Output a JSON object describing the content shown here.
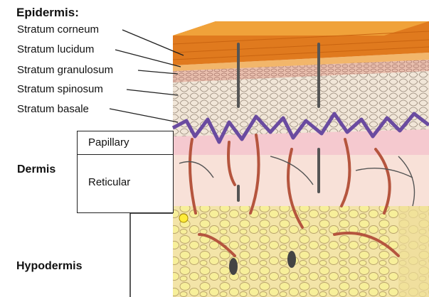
{
  "epidermis": {
    "heading": "Epidermis:",
    "layers": [
      {
        "label": "Stratum corneum"
      },
      {
        "label": "Stratum lucidum"
      },
      {
        "label": "Stratum granulosum"
      },
      {
        "label": "Stratum spinosum"
      },
      {
        "label": "Stratum basale"
      }
    ]
  },
  "dermis": {
    "label": "Dermis",
    "sublayers": [
      {
        "label": "Papillary"
      },
      {
        "label": "Reticular"
      }
    ]
  },
  "hypodermis": {
    "label": "Hypodermis"
  },
  "colors": {
    "corneum_top": "#f0a23a",
    "corneum_side": "#e07a1e",
    "lucidum": "#f2b66b",
    "granulosum": "#e8b9a6",
    "spinosum": "#f1e6d8",
    "basale": "#6a4ba0",
    "papillary": "#f5c9cf",
    "reticular": "#f8e1d8",
    "hypodermis": "#f3e4a8",
    "fat_cell": "#f7ef9a",
    "vessel": "#b5553e"
  }
}
